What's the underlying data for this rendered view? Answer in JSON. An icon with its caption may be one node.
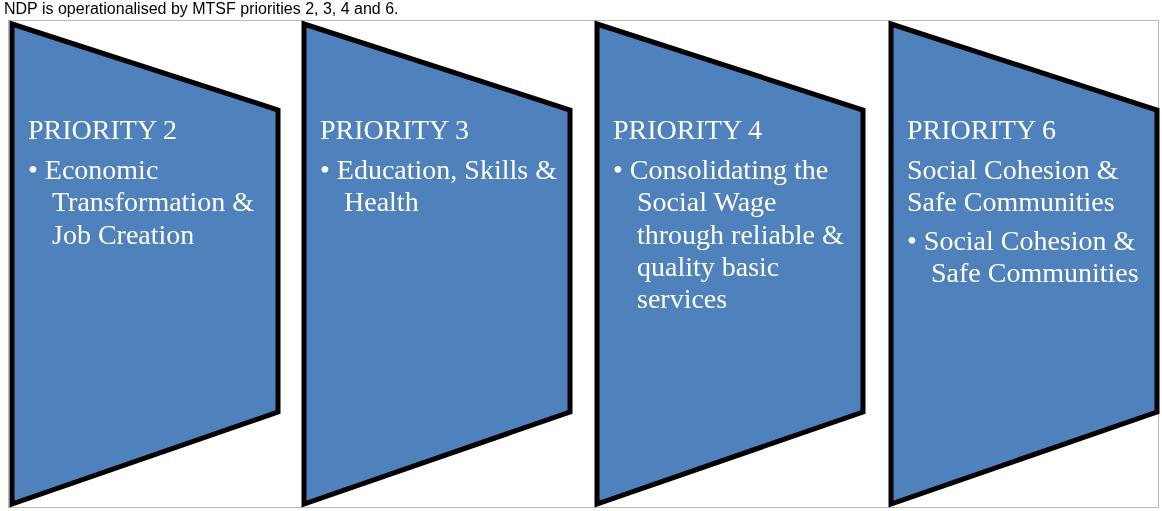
{
  "diagram": {
    "nodes": [
      {
        "text": [
          "PRIORITY 2",
          "• Economic Transformation & Job Creation"
        ]
      },
      {
        "text": [
          "PRIORITY 3",
          "• Education, Skills & Health"
        ]
      },
      {
        "text": [
          "PRIORITY 4",
          "• Consolidating the Social Wage through reliable & quality basic services"
        ]
      },
      {
        "text": [
          "PRIORITY 6",
          "Social Cohesion & Safe Communities",
          "• Social Cohesion & Safe Communities"
        ]
      }
    ],
    "labels": [
      "NDP is operationalised by MTSF priorities 2, 3, 4 and 6."
    ]
  }
}
